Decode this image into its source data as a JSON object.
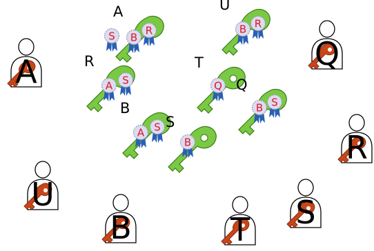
{
  "colors": {
    "key_green": "#7ac943",
    "key_stroke": "#3a7a1a",
    "key_orange": "#c8461a",
    "badge_fill": "#dcdcf0",
    "badge_stroke": "#9a9ab0",
    "badge_text": "#e0142a",
    "ribbon": "#2a5fb5",
    "person_stroke": "#000000"
  },
  "people": [
    {
      "label": "A"
    },
    {
      "label": "Q"
    },
    {
      "label": "R"
    },
    {
      "label": "U"
    },
    {
      "label": "B"
    },
    {
      "label": "T"
    },
    {
      "label": "S"
    }
  ],
  "keys": [
    {
      "owner": "A",
      "endorsements": [
        "S",
        "B",
        "R"
      ]
    },
    {
      "owner": "U",
      "endorsements": [
        "B",
        "R"
      ]
    },
    {
      "owner": "R",
      "endorsements": [
        "A",
        "S"
      ]
    },
    {
      "owner": "T",
      "endorsements": [
        "Q"
      ]
    },
    {
      "owner": "Q",
      "endorsements": [
        "B",
        "S"
      ]
    },
    {
      "owner": "B",
      "endorsements": [
        "A",
        "S"
      ]
    },
    {
      "owner": "S",
      "endorsements": [
        "B"
      ]
    }
  ]
}
